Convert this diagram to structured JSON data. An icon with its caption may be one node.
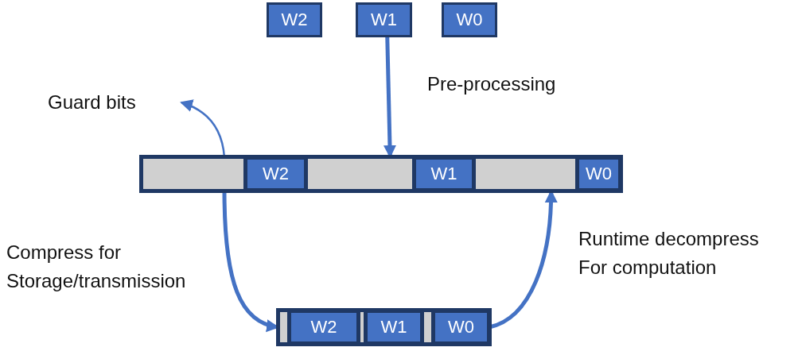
{
  "diagram": {
    "nodes": [
      {
        "text": [
          "W2"
        ]
      },
      {
        "text": [
          "W1"
        ]
      },
      {
        "text": [
          "W0"
        ]
      },
      {
        "text": [
          "Guard bits"
        ]
      },
      {
        "text": [],
        "shape": "bar"
      },
      {
        "text": [],
        "shape": "box",
        "in": 4
      },
      {
        "text": [
          "W2"
        ],
        "in": 4
      },
      {
        "text": [],
        "shape": "box",
        "in": 4
      },
      {
        "text": [
          "W1"
        ],
        "in": 4
      },
      {
        "text": [],
        "shape": "box",
        "in": 4
      },
      {
        "text": [
          "W0"
        ],
        "in": 4
      },
      {
        "text": [],
        "shape": "bar"
      },
      {
        "text": [],
        "shape": "box",
        "in": 11
      },
      {
        "text": [
          "W2"
        ],
        "in": 11
      },
      {
        "text": [],
        "shape": "box",
        "in": 11
      },
      {
        "text": [
          "W1"
        ],
        "in": 11
      },
      {
        "text": [],
        "shape": "box",
        "in": 11
      },
      {
        "text": [
          "W0"
        ],
        "in": 11
      }
    ],
    "edges": [
      {
        "from": 1,
        "to": 7,
        "arrow": "to",
        "label": "Pre-processing"
      },
      {
        "from": 5,
        "to": 3,
        "arrow": "to"
      },
      {
        "from": 5,
        "to": 12,
        "arrow": "to",
        "label": "Compress for Storage/transmission"
      },
      {
        "from": 17,
        "to": 9,
        "arrow": "to",
        "label": "Runtime decompress For computation"
      }
    ]
  }
}
